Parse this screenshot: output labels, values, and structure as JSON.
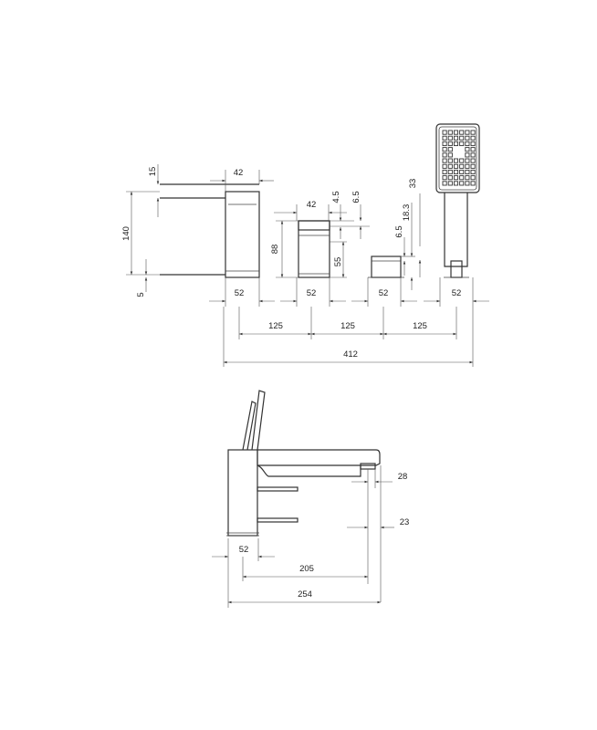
{
  "top_view": {
    "spout": {
      "height": "140",
      "top_offset": "15",
      "base_offset": "5",
      "width": "42",
      "base": "52"
    },
    "mixer": {
      "width": "42",
      "height": "88",
      "lower_height": "55",
      "gap_a": "4.5",
      "gap_b": "6.5",
      "base": "52"
    },
    "diverter": {
      "offset_a": "6.5",
      "height": "18.3",
      "height_b": "33",
      "base": "52"
    },
    "handshower": {
      "base": "52"
    },
    "spacings": [
      "125",
      "125",
      "125"
    ],
    "overall": "412"
  },
  "side_view": {
    "base": "52",
    "spout_drop": "28",
    "outlet_offset": "23",
    "reach": "205",
    "overall": "254"
  }
}
